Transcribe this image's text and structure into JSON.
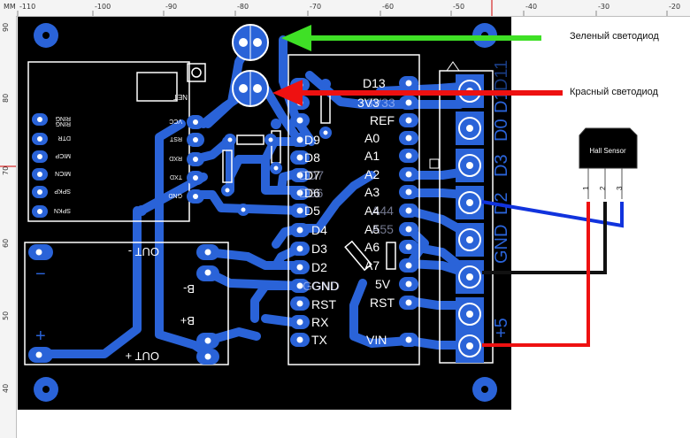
{
  "ruler": {
    "unit": "MM",
    "top_ticks": [
      "-110",
      "-100",
      "-90",
      "-80",
      "-70",
      "-60",
      "-50",
      "-40",
      "-30",
      "-20"
    ],
    "left_ticks": [
      "90",
      "80",
      "70",
      "60",
      "50",
      "40"
    ]
  },
  "annotations": {
    "green_led": "Зеленый светодиод",
    "red_led": "Красный светодиод"
  },
  "hall_sensor": {
    "label": "Hall Sensor",
    "pins": [
      "1",
      "2",
      "3"
    ]
  },
  "esp_module": {
    "net": "NET",
    "pins": [
      "VCC",
      "RST",
      "RXD",
      "TXD",
      "GND"
    ],
    "left_pins": [
      "RING",
      "DTR",
      "MICP",
      "MICN",
      "SPKP",
      "SPKN"
    ]
  },
  "power_module": {
    "out_minus": "OUT -",
    "out_plus": "OUT +",
    "b_minus": "B-",
    "b_plus": "B+",
    "in_minus": "−",
    "in_plus": "+"
  },
  "arduino": {
    "right_top": [
      "D13",
      "3V3",
      "REF",
      "A0",
      "A1",
      "A2",
      "A3",
      "A4",
      "A5",
      "A6",
      "A7",
      "5V",
      "RST",
      "VIN"
    ],
    "right_overlay": [
      "",
      "3V33",
      "",
      "",
      "",
      "",
      "",
      "A44",
      "A55",
      "",
      "",
      "",
      "",
      ""
    ],
    "left_side": [
      "",
      "",
      "",
      "D9",
      "D8",
      "D7",
      "D6",
      "D5",
      "D4",
      "D3",
      "D2",
      "GND",
      "RST",
      "RX",
      "TX"
    ],
    "left_overlay": [
      "",
      "",
      "",
      "",
      "",
      "DD7",
      "DB6",
      "",
      "",
      "",
      "",
      "GGND",
      "",
      "",
      ""
    ]
  },
  "terminal": {
    "labels": [
      "D1",
      "D0",
      "D3",
      "D2",
      "GND",
      "+5"
    ],
    "overlay": "D11"
  }
}
